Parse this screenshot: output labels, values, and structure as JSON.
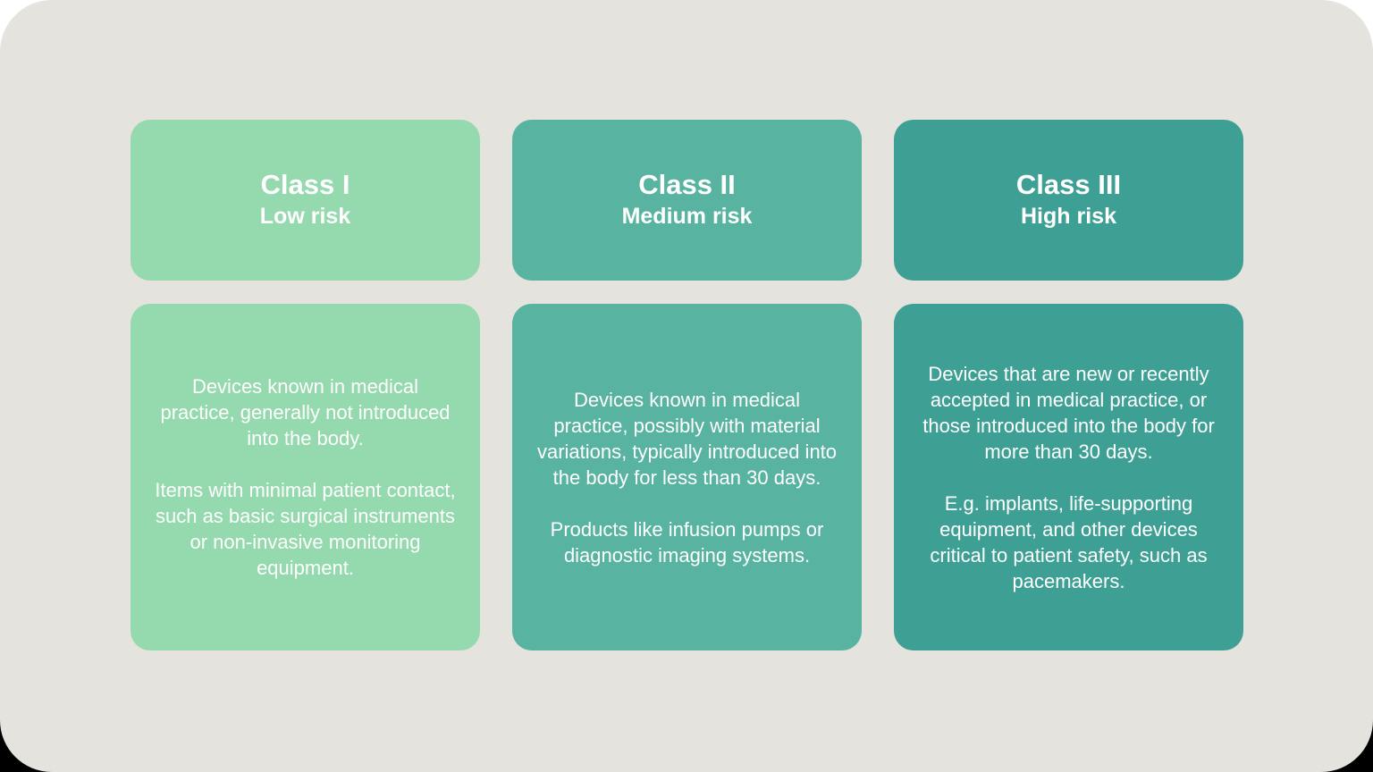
{
  "page": {
    "background_color": "#e5e3de",
    "text_color": "#ffffff"
  },
  "columns": [
    {
      "title": "Class I",
      "subtitle": "Low risk",
      "color": "#95d9ae",
      "paragraphs": [
        "Devices known in medical practice, generally not introduced into the body.",
        "Items with minimal patient contact, such as basic surgical instruments or non-invasive monitoring equipment."
      ]
    },
    {
      "title": "Class II",
      "subtitle": "Medium risk",
      "color": "#58b3a0",
      "paragraphs": [
        "Devices known in medical practice, possibly with material variations, typically introduced into the body for less than 30 days.",
        "Products like infusion pumps or diagnostic imaging systems."
      ]
    },
    {
      "title": "Class III",
      "subtitle": "High risk",
      "color": "#3ea094",
      "paragraphs": [
        "Devices that are new or recently accepted in medical practice, or those introduced into the body for more than 30 days.",
        "E.g. implants, life-supporting equipment, and other devices critical to patient safety, such as pacemakers."
      ]
    }
  ]
}
